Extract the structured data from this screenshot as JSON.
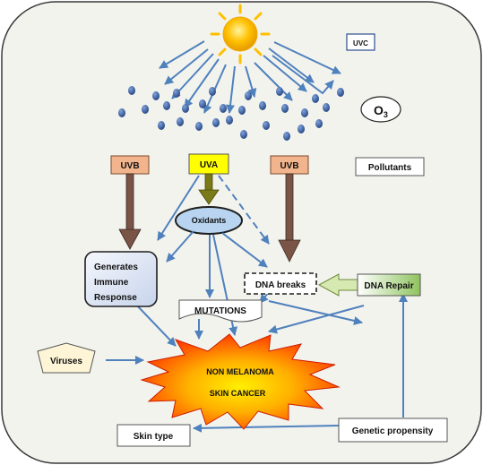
{
  "labels": {
    "uvc": "UVC",
    "ozone_main": "O",
    "ozone_sub": "3",
    "uvb_left": "UVB",
    "uva": "UVA",
    "uvb_right": "UVB",
    "pollutants": "Pollutants",
    "oxidants": "Oxidants",
    "immune_line1": "Generates",
    "immune_line2": "Immune",
    "immune_line3": "Response",
    "dna_breaks": "DNA breaks",
    "dna_repair": "DNA Repair",
    "mutations": "MUTATIONS",
    "viruses": "Viruses",
    "cancer_line1": "NON MELANOMA",
    "cancer_line2": "SKIN CANCER",
    "skin_type": "Skin type",
    "genetic": "Genetic propensity"
  },
  "colors": {
    "background": "#f3f3ee",
    "frame": "#3b3b3b",
    "arrow_blue": "#4f81bd",
    "ozone_dot": "#2d4f8f",
    "uvb_box": "#f2b48c",
    "uva_box": "#ffff00",
    "uva_arrow": "#6b6b0d",
    "uvb_arrow": "#5a4035",
    "oxidants_fill": "#b8d4f0",
    "immune_fill": "#e6ebf5",
    "repair_arrow": "#d6e9b0",
    "sun": "#ffc000",
    "star_red": "#ff2a00",
    "star_yellow": "#ffe000",
    "virus_fill": "#fdf5d6"
  }
}
